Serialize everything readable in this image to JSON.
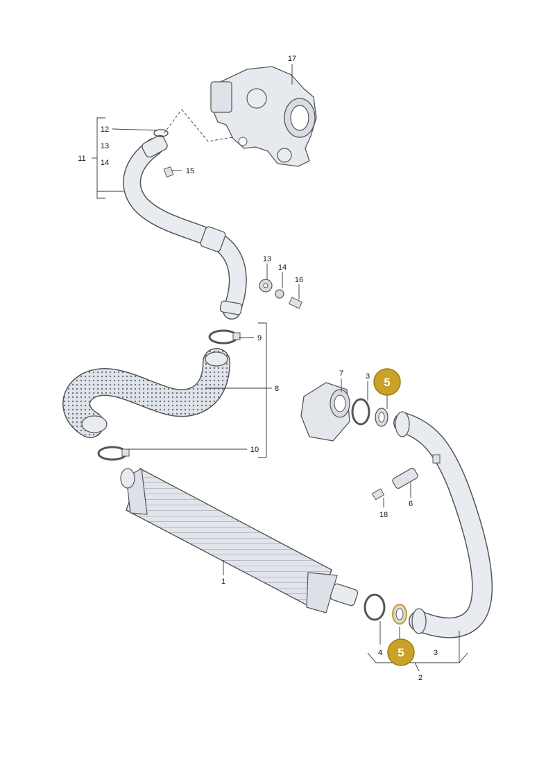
{
  "labels": {
    "l1": "1",
    "l2": "2",
    "l3a": "3",
    "l3b": "3",
    "l4": "4",
    "l6": "6",
    "l7": "7",
    "l8": "8",
    "l9": "9",
    "l10": "10",
    "l11": "11",
    "l12": "12",
    "l13a": "13",
    "l13b": "13",
    "l14a": "14",
    "l14b": "14",
    "l15": "15",
    "l16": "16",
    "l17": "17",
    "l18": "18"
  },
  "badges": {
    "top": "5",
    "bottom": "5"
  },
  "colors": {
    "badge_fill": "#c9a227",
    "badge_ring": "#9c7c12",
    "line": "#333333",
    "part_fill": "#e4e8ee"
  }
}
